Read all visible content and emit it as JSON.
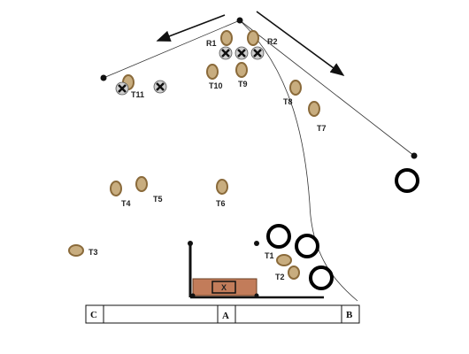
{
  "diagram": {
    "labels": {
      "r1": "R1",
      "r2": "R2",
      "t1": "T1",
      "t2": "T2",
      "t3": "T3",
      "t4": "T4",
      "t5": "T5",
      "t6": "T6",
      "t7": "T7",
      "t8": "T8",
      "t9": "T9",
      "t10": "T10",
      "t11": "T11",
      "box_x": "X",
      "bar_a": "A",
      "bar_b": "B",
      "bar_c": "C"
    },
    "colors": {
      "line": "#111111",
      "hay": "#c8ad7f",
      "hay_stroke": "#8a6a3a",
      "marker_fill": "#cfcfcf",
      "box_fill": "#c27c5a",
      "tire": "#000000"
    }
  }
}
